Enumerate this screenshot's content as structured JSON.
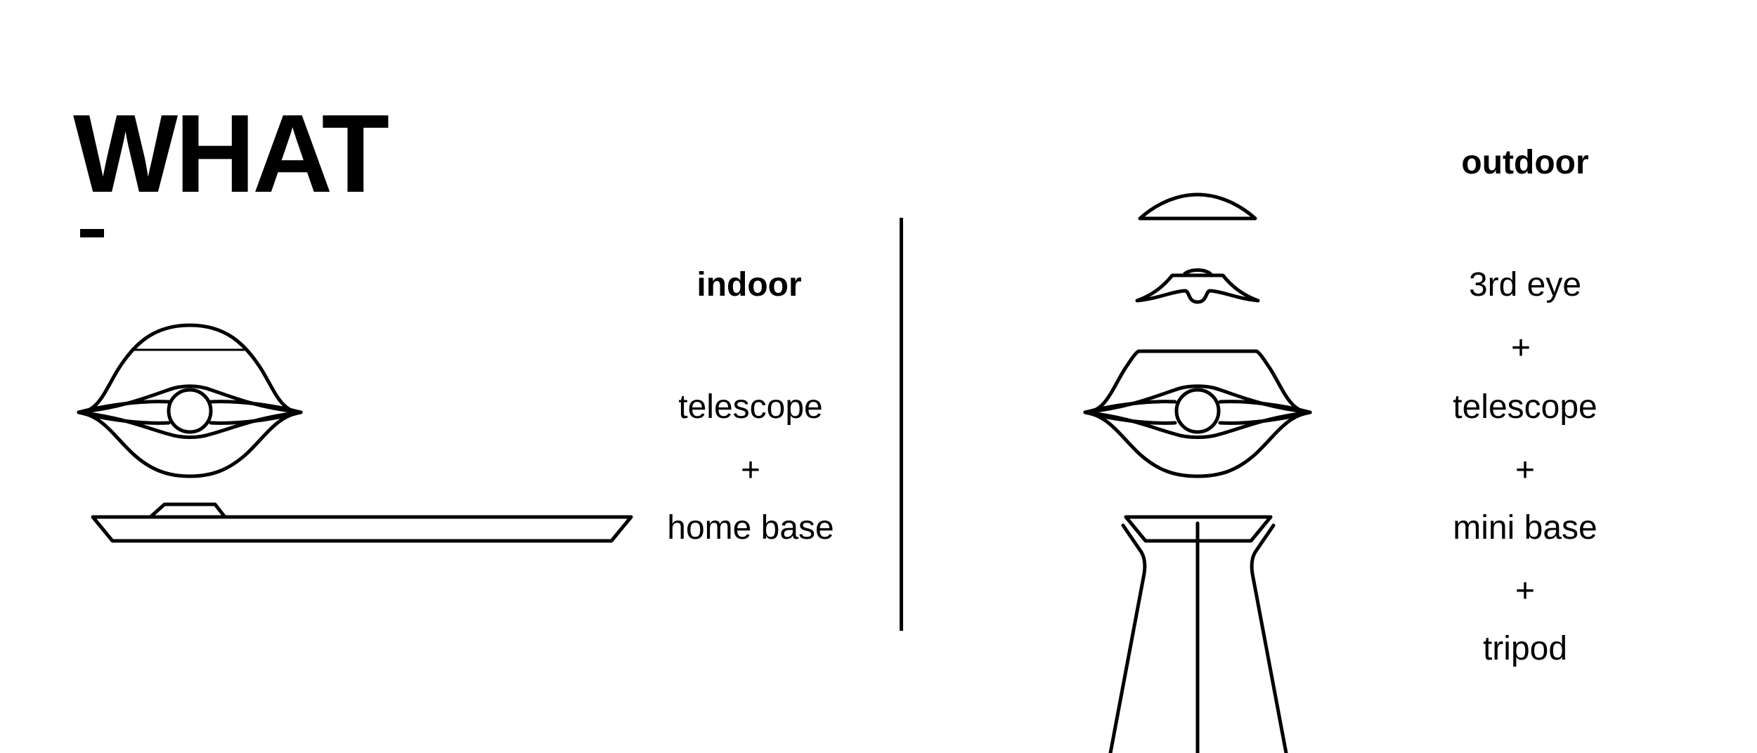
{
  "heading": {
    "title": "WHAT"
  },
  "indoor": {
    "heading": "indoor",
    "items": [
      "telescope",
      "+",
      "home base"
    ]
  },
  "outdoor": {
    "heading": "outdoor",
    "items": [
      "3rd eye",
      "+",
      "telescope",
      "+",
      "mini base",
      "+",
      "tripod"
    ]
  }
}
